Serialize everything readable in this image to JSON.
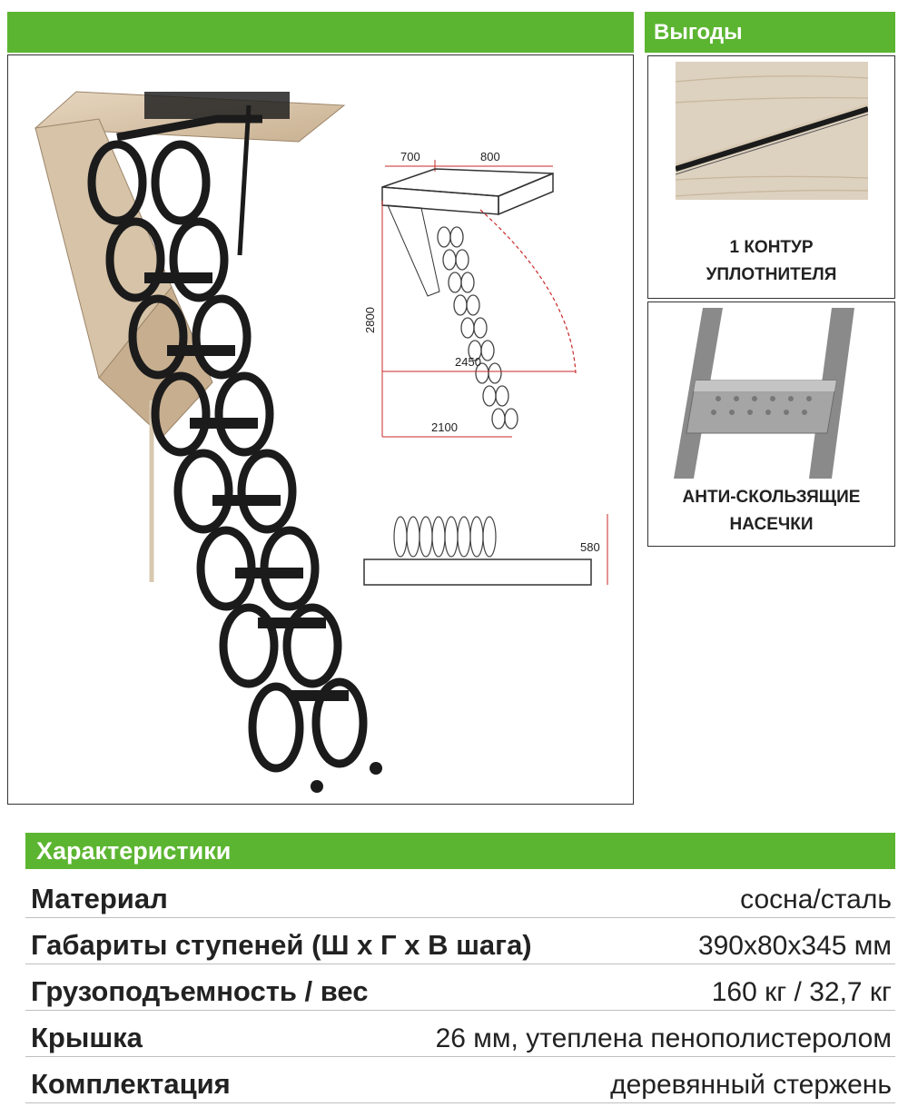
{
  "benefits": {
    "title": "Выгоды",
    "items": [
      {
        "label_line1": "1 КОНТУР",
        "label_line2": "УПЛОТНИТЕЛЯ"
      },
      {
        "label_line1": "АНТИ-СКОЛЬЗЯЩИЕ",
        "label_line2": "НАСЕЧКИ"
      }
    ]
  },
  "drawing": {
    "dim_top_left": "700",
    "dim_top_right": "800",
    "dim_height": "2800",
    "dim_reach": "2450",
    "dim_base": "2100",
    "dim_folded": "580"
  },
  "specs": {
    "title": "Характеристики",
    "rows": [
      {
        "label": "Материал",
        "value": "сосна/сталь"
      },
      {
        "label": "Габариты ступеней (Ш х Г х В шага)",
        "value": "390х80х345 мм"
      },
      {
        "label": "Грузоподъемность / вес",
        "value": "160 кг / 32,7 кг"
      },
      {
        "label": "Крышка",
        "value": "26 мм, утеплена пенополистеролом"
      },
      {
        "label": "Комплектация",
        "value": "деревянный стержень"
      }
    ]
  },
  "colors": {
    "accent": "#5cb531",
    "ladder": "#1b1b1b",
    "wood": "#d9c6ad"
  }
}
